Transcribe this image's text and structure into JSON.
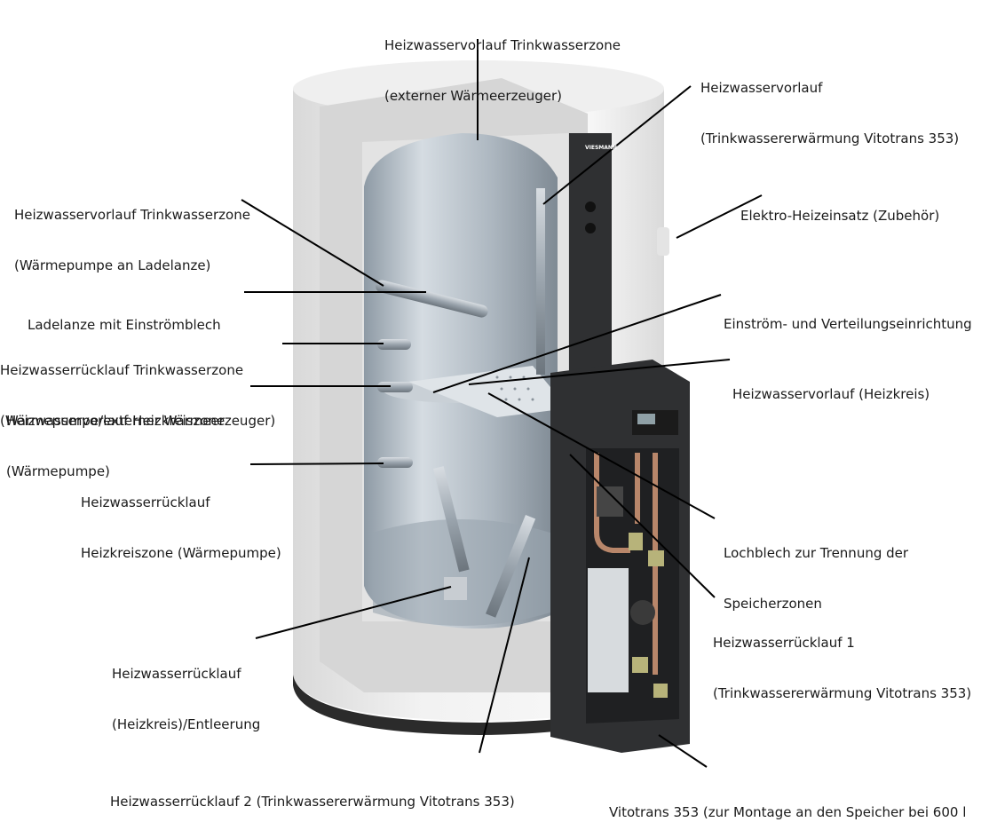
{
  "brand": {
    "logo_text": "VIESMANN"
  },
  "colors": {
    "background": "#ffffff",
    "label_text": "#1a1a1a",
    "leader_line": "#000000",
    "shell_outer": "#e9e9e9",
    "shell_dark": "#2b2b2b",
    "tank_steel": "#b9c3cc",
    "panel_dark": "#2f3032",
    "copper": "#b8866a",
    "brass": "#b7b37a"
  },
  "labels": {
    "top_supply_dhw_external": {
      "l1": "Heizwasservorlauf Trinkwasserzone",
      "l2": "(externer Wärmeerzeuger)"
    },
    "supply_vitotrans": {
      "l1": "Heizwasservorlauf",
      "l2": "(Trinkwassererwärmung Vitotrans 353)"
    },
    "supply_dhw_heatpump": {
      "l1": "Heizwasservorlauf Trinkwasserzone",
      "l2": "(Wärmepumpe an Ladelanze)"
    },
    "electric_heater": {
      "l1": "Elektro-Heizeinsatz (Zubehör)",
      "l2": ""
    },
    "charging_lance": {
      "l1": "Ladelanze mit Einströmblech",
      "l2": ""
    },
    "inflow_distribution": {
      "l1": "Einström- und Verteilungseinrichtung",
      "l2": ""
    },
    "return_dhw_zone": {
      "l1": "Heizwasserrücklauf Trinkwasserzone",
      "l2": "(Wärmepumpe/externer Wärmeerzeuger)"
    },
    "supply_heating_circuit": {
      "l1": "Heizwasservorlauf (Heizkreis)",
      "l2": ""
    },
    "supply_heating_zone": {
      "l1": "Heizwasservorlauf Heizkreiszone",
      "l2": "(Wärmepumpe)"
    },
    "return_heating_zone": {
      "l1": "Heizwasserrücklauf",
      "l2": "Heizkreiszone (Wärmepumpe)"
    },
    "perforated_plate": {
      "l1": "Lochblech zur Trennung der",
      "l2": "Speicherzonen"
    },
    "return1_vitotrans": {
      "l1": "Heizwasserrücklauf 1",
      "l2": "(Trinkwassererwärmung Vitotrans 353)"
    },
    "return_drain": {
      "l1": "Heizwasserrücklauf",
      "l2": "(Heizkreis)/Entleerung"
    },
    "return2_vitotrans": {
      "l1": "Heizwasserrücklauf 2 (Trinkwassererwärmung Vitotrans 353)",
      "l2": ""
    },
    "vitotrans_mount": {
      "l1": "Vitotrans 353 (zur Montage an den Speicher bei 600 l",
      "l2": ""
    }
  }
}
